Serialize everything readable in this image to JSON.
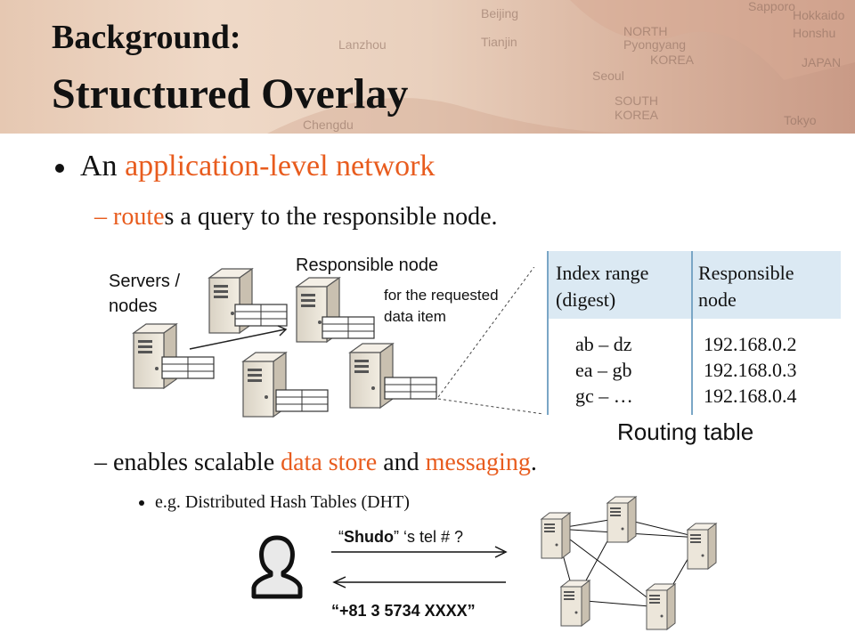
{
  "slide": {
    "title_line1": "Background:",
    "title_line2": "Structured Overlay"
  },
  "bullet1": {
    "prefix": "An ",
    "highlight": "application-level network"
  },
  "bullet1_sub1": {
    "dash": "– ",
    "highlight": "route",
    "rest": "s a query to the responsible node."
  },
  "diagram": {
    "servers_label_line1": "Servers /",
    "servers_label_line2": "nodes",
    "responsible_label": "Responsible node",
    "requested_line1": "for the requested",
    "requested_line2": "data item"
  },
  "routing_table": {
    "header_col1_line1": "Index range",
    "header_col1_line2": "(digest)",
    "header_col2_line1": "Responsible",
    "header_col2_line2": "node",
    "rows": [
      {
        "range": "ab – dz",
        "node": "192.168.0.2"
      },
      {
        "range": "ea – gb",
        "node": "192.168.0.3"
      },
      {
        "range": "gc – …",
        "node": "192.168.0.4"
      }
    ],
    "caption": "Routing table"
  },
  "bullet1_sub2": {
    "dash": "– ",
    "text1": "enables scalable ",
    "highlight1": "data store",
    "text2": " and ",
    "highlight2": "messaging",
    "text3": "."
  },
  "bullet1_sub2_sub": {
    "text": "e.g. Distributed Hash Tables (DHT)"
  },
  "dht_example": {
    "query_open": "“",
    "query_name": "Shudo",
    "query_rest": "” ‘s tel # ?",
    "answer": "“+81 3 5734 XXXX”"
  },
  "icons": [
    "server-icon",
    "user-icon",
    "arrow-icon",
    "bullet-icon"
  ],
  "colors": {
    "accent": "#e85c1e",
    "table_header": "#dbe9f3"
  }
}
